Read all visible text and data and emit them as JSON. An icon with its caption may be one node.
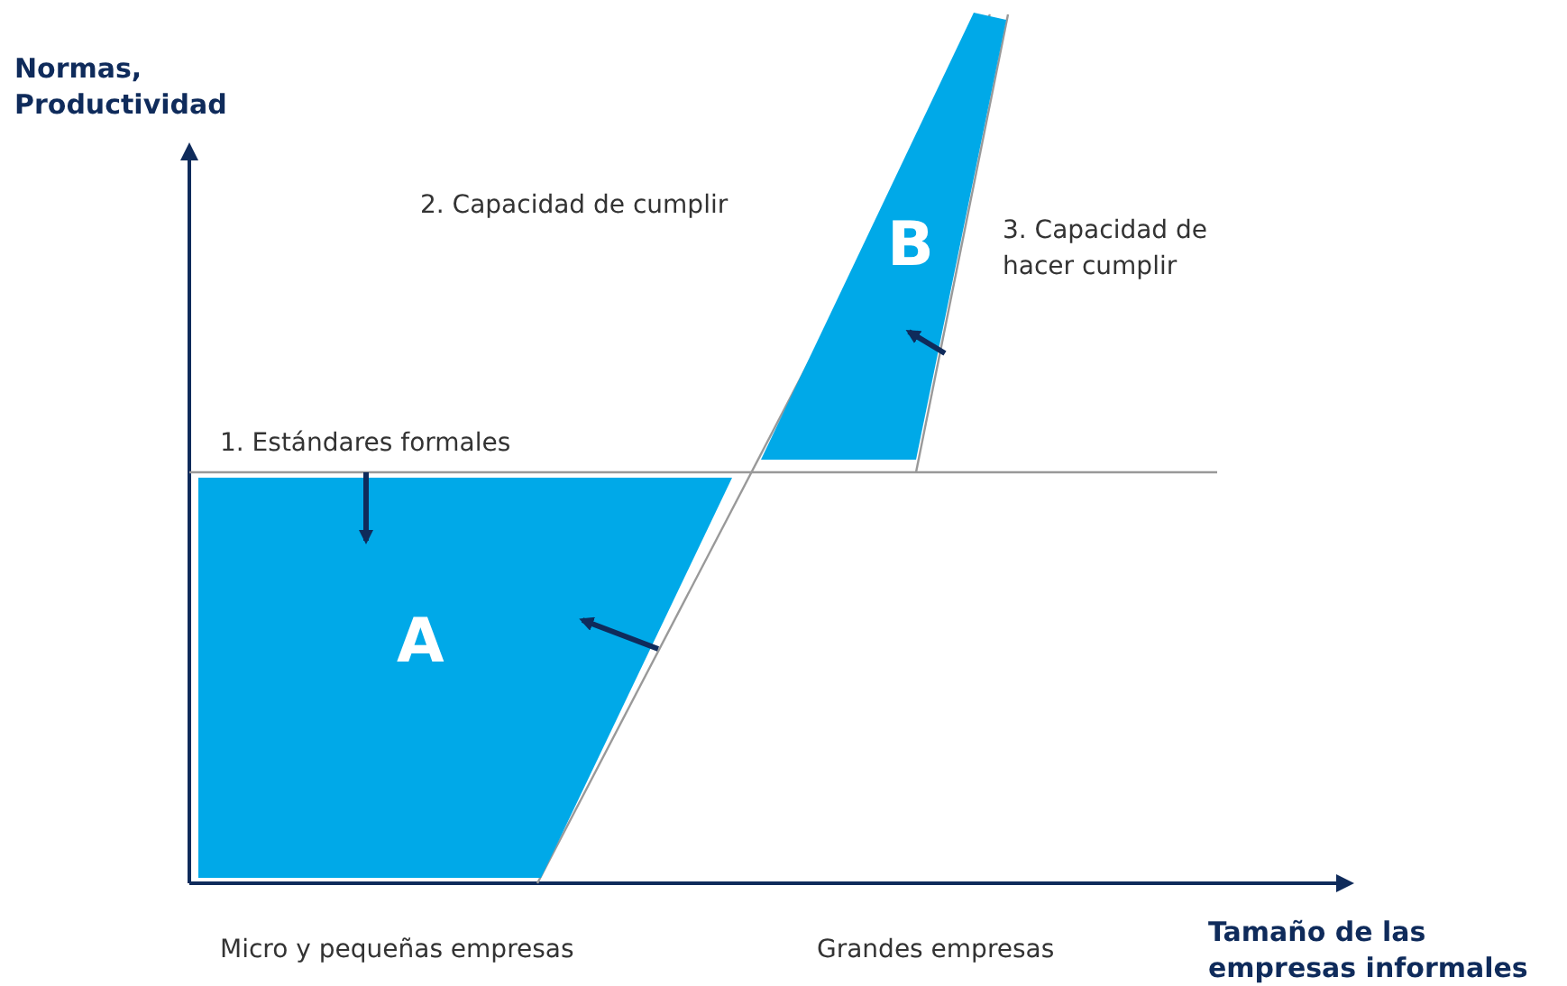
{
  "diagram": {
    "nodes": [
      {
        "text": [
          "A"
        ]
      },
      {
        "text": [
          "B"
        ]
      }
    ],
    "labels": [
      "Normas, Productividad",
      "2. Capacidad de cumplir",
      "3. Capacidad de hacer cumplir",
      "1. Estándares formales",
      "Micro y pequeñas empresas",
      "Grandes empresas",
      "Tamaño de las empresas informales"
    ]
  }
}
